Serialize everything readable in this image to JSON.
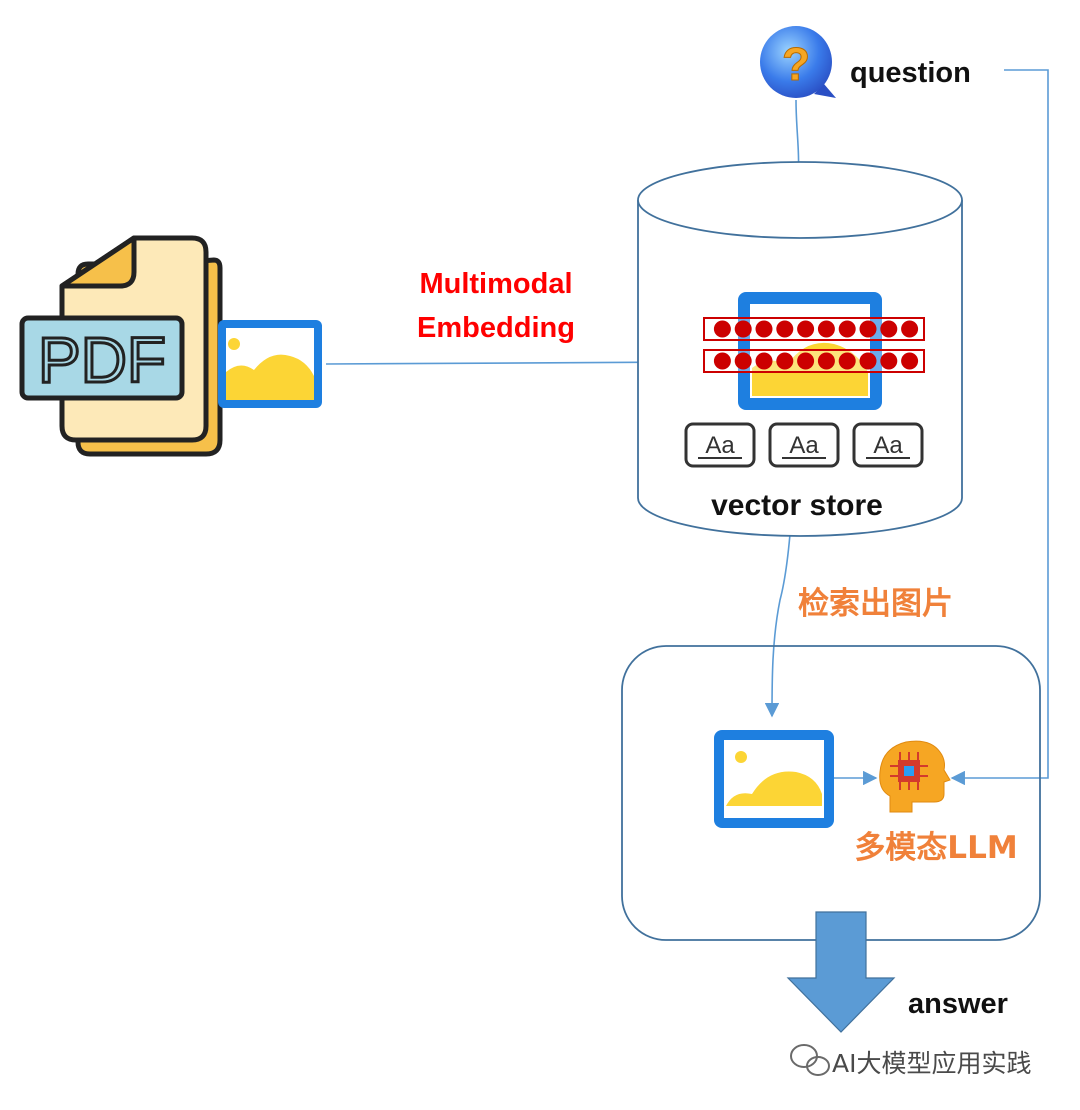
{
  "labels": {
    "question": "question",
    "embedding_line1": "Multimodal",
    "embedding_line2": "Embedding",
    "vector_store": "vector store",
    "retrieve": "检索出图片",
    "llm": "多模态LLM",
    "answer": "answer",
    "pdf_text": "PDF",
    "question_mark": "?",
    "text_chip": "Aa",
    "watermark": "AI大模型应用实践"
  },
  "colors": {
    "arrow": "#5b9bd5",
    "image_frame": "#1e7fe0",
    "image_hill": "#fcd535",
    "vector_red": "#cc0000",
    "orange_label": "#f0813a",
    "embedding_label": "#ff0000",
    "answer_arrow": "#5b9bd5"
  },
  "icons": {
    "pdf": "pdf-file-icon",
    "image": "image-icon",
    "question": "question-bubble-icon",
    "text_chip": "text-chip-icon",
    "llm": "ai-head-icon",
    "watermark": "wechat-icon"
  },
  "vector_rows": [
    {
      "dots": 10
    },
    {
      "dots": 10
    }
  ],
  "text_chips": 3
}
